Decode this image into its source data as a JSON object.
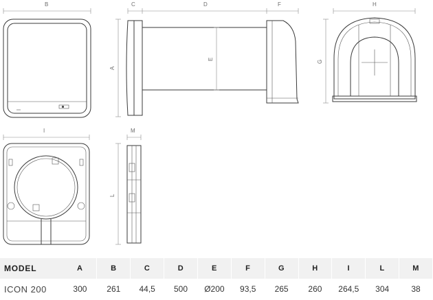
{
  "dimension_labels": {
    "b": "B",
    "c": "C",
    "d": "D",
    "f": "F",
    "h": "H",
    "a": "A",
    "e": "E",
    "g": "G",
    "i": "I",
    "m": "M",
    "l": "L"
  },
  "table": {
    "header": [
      "MODEL",
      "A",
      "B",
      "C",
      "D",
      "E",
      "F",
      "G",
      "H",
      "I",
      "L",
      "M"
    ],
    "rows": [
      [
        "ICON 200",
        "300",
        "261",
        "44,5",
        "500",
        "Ø200",
        "93,5",
        "265",
        "260",
        "264,5",
        "304",
        "38"
      ]
    ]
  }
}
